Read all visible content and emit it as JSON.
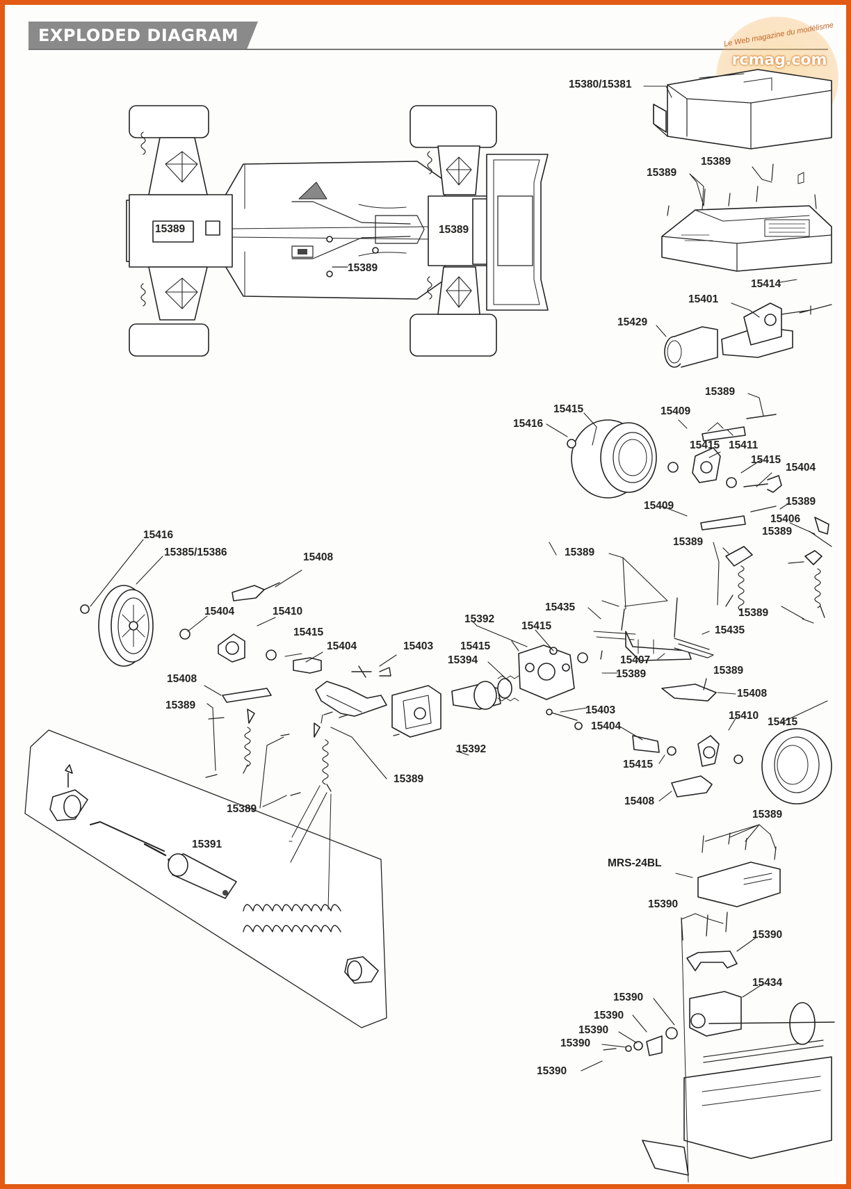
{
  "header": {
    "title": "EXPLODED DIAGRAM"
  },
  "watermark": {
    "brand": "rcmag.com",
    "tagline": "Le Web magazine du modélisme"
  },
  "colors": {
    "frame": "#e25a14",
    "header_bg": "#8a8a8a",
    "line": "#222222"
  },
  "part_labels": [
    "15380/15381",
    "15389",
    "15389",
    "15389",
    "15389",
    "15389",
    "15414",
    "15401",
    "15429",
    "15389",
    "15415",
    "15409",
    "15416",
    "15415",
    "15411",
    "15415",
    "15404",
    "15409",
    "15389",
    "15406",
    "15389",
    "15416",
    "15385/15386",
    "15408",
    "15389",
    "15389",
    "15389",
    "15404",
    "15410",
    "15415",
    "15404",
    "15403",
    "15392",
    "15415",
    "15435",
    "15435",
    "15415",
    "15394",
    "15407",
    "15389",
    "15389",
    "15408",
    "15389",
    "15408",
    "15403",
    "15392",
    "15410",
    "15415",
    "15404",
    "15389",
    "15389",
    "15415",
    "15408",
    "15391",
    "15389",
    "MRS-24BL",
    "15390",
    "15390",
    "15434",
    "15390",
    "15390",
    "15390",
    "15390",
    "15390"
  ]
}
